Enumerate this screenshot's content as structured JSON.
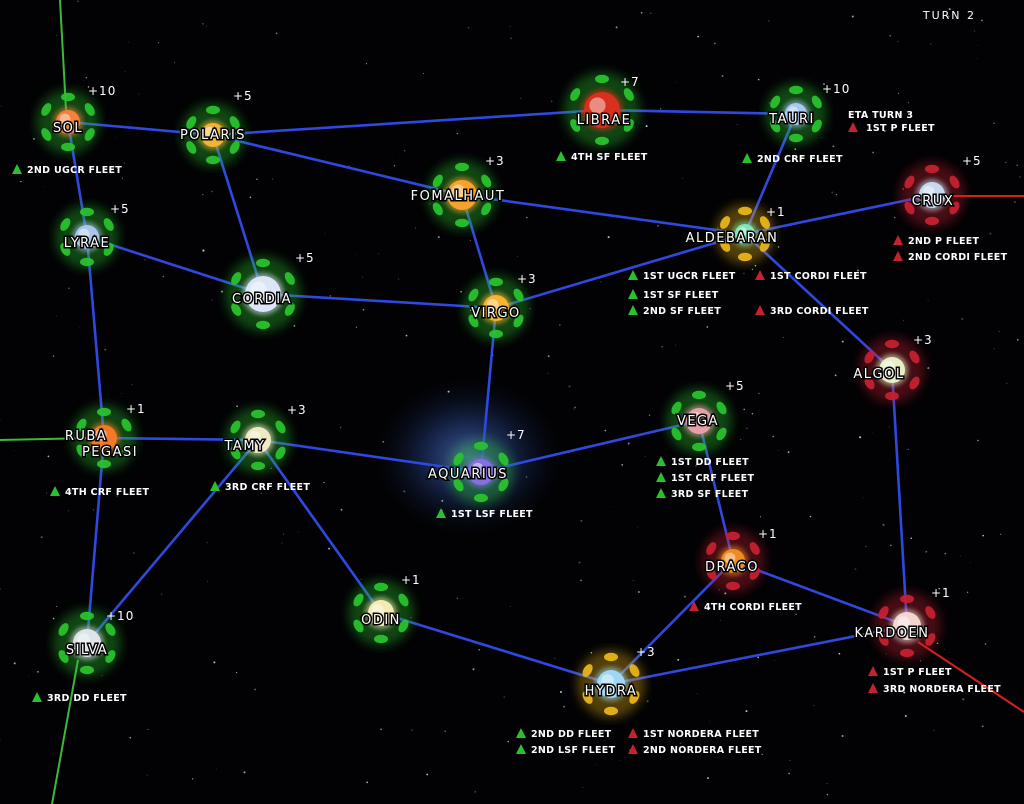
{
  "turn_label": "TURN 2",
  "eta": {
    "label": "ETA TURN 3",
    "fleet": "1ST P FLEET"
  },
  "colors": {
    "friendly": "#29c22e",
    "hostile": "#c42131",
    "neutral": "#e8b418",
    "lane": "#2f49e0",
    "border_green": "#3db83d",
    "border_red": "#d42020"
  },
  "systems": [
    {
      "id": "sol",
      "name": "SOL",
      "bonus": "+10",
      "owner": "friendly",
      "star": "#f5823a",
      "fleets": [
        {
          "side": "friendly",
          "name": "2ND UGCR FLEET"
        }
      ]
    },
    {
      "id": "polaris",
      "name": "POLARIS",
      "bonus": "+5",
      "owner": "friendly",
      "star": "#f2b336",
      "fleets": []
    },
    {
      "id": "lyrae",
      "name": "LYRAE",
      "bonus": "+5",
      "owner": "friendly",
      "star": "#a9c6ea",
      "fleets": []
    },
    {
      "id": "fomalhaut",
      "name": "FOMALHAUT",
      "bonus": "+3",
      "owner": "friendly",
      "star": "#f6a22c",
      "fleets": []
    },
    {
      "id": "librae",
      "name": "LIBRAE",
      "bonus": "+7",
      "owner": "friendly",
      "star": "#d8301c",
      "fleets": [
        {
          "side": "friendly",
          "name": "4TH SF FLEET"
        }
      ]
    },
    {
      "id": "tauri",
      "name": "TAURI",
      "bonus": "+10",
      "owner": "friendly",
      "star": "#a7c8f0",
      "fleets": [
        {
          "side": "friendly",
          "name": "2ND CRF FLEET"
        }
      ]
    },
    {
      "id": "crux",
      "name": "CRUX",
      "bonus": "+5",
      "owner": "hostile",
      "star": "#c7d9ef",
      "fleets": [
        {
          "side": "hostile",
          "name": "2ND P FLEET"
        },
        {
          "side": "hostile",
          "name": "2ND CORDI FLEET"
        }
      ]
    },
    {
      "id": "aldebaran",
      "name": "ALDEBARAN",
      "bonus": "+1",
      "owner": "neutral",
      "star": "#7ee8b8",
      "fleets": [
        {
          "side": "friendly",
          "name": "1ST UGCR FLEET"
        },
        {
          "side": "friendly",
          "name": "1ST SF FLEET"
        },
        {
          "side": "friendly",
          "name": "2ND SF FLEET"
        },
        {
          "side": "hostile",
          "name": "1ST CORDI FLEET"
        },
        {
          "side": "hostile",
          "name": "3RD CORDI FLEET"
        }
      ]
    },
    {
      "id": "cordia",
      "name": "CORDIA",
      "bonus": "+5",
      "owner": "friendly",
      "star": "#dbe5f6",
      "fleets": []
    },
    {
      "id": "virgo",
      "name": "VIRGO",
      "bonus": "+3",
      "owner": "friendly",
      "star": "#f7b430",
      "fleets": []
    },
    {
      "id": "algol",
      "name": "ALGOL",
      "bonus": "+3",
      "owner": "hostile",
      "star": "#e6efc6",
      "fleets": []
    },
    {
      "id": "ruba",
      "name": "RUBA",
      "name2": "PEGASI",
      "bonus": "+1",
      "owner": "friendly",
      "star": "#f07a28",
      "fleets": [
        {
          "side": "friendly",
          "name": "4TH CRF FLEET"
        }
      ]
    },
    {
      "id": "tamy",
      "name": "TAMY",
      "bonus": "+3",
      "owner": "friendly",
      "star": "#efeac4",
      "fleets": [
        {
          "side": "friendly",
          "name": "3RD CRF FLEET"
        }
      ]
    },
    {
      "id": "aquarius",
      "name": "AQUARIUS",
      "bonus": "+7",
      "owner": "friendly",
      "star": "#8670e0",
      "fleets": [
        {
          "side": "friendly",
          "name": "1ST LSF FLEET"
        }
      ]
    },
    {
      "id": "vega",
      "name": "VEGA",
      "bonus": "+5",
      "owner": "friendly",
      "star": "#e8a0a8",
      "fleets": [
        {
          "side": "friendly",
          "name": "1ST DD FLEET"
        },
        {
          "side": "friendly",
          "name": "1ST CRF FLEET"
        },
        {
          "side": "friendly",
          "name": "3RD SF FLEET"
        }
      ]
    },
    {
      "id": "draco",
      "name": "DRACO",
      "bonus": "+1",
      "owner": "hostile",
      "star": "#f08a22",
      "fleets": [
        {
          "side": "hostile",
          "name": "4TH CORDI FLEET"
        }
      ]
    },
    {
      "id": "kardoen",
      "name": "KARDOEN",
      "bonus": "+1",
      "owner": "hostile",
      "star": "#f3d6cf",
      "fleets": [
        {
          "side": "hostile",
          "name": "1ST P FLEET"
        },
        {
          "side": "hostile",
          "name": "3RD NORDERA FLEET"
        }
      ]
    },
    {
      "id": "silva",
      "name": "SILVA",
      "bonus": "+10",
      "owner": "friendly",
      "star": "#dfe3ea",
      "fleets": [
        {
          "side": "friendly",
          "name": "3RD DD FLEET"
        }
      ]
    },
    {
      "id": "odin",
      "name": "ODIN",
      "bonus": "+1",
      "owner": "friendly",
      "star": "#f4eab4",
      "fleets": []
    },
    {
      "id": "hydra",
      "name": "HYDRA",
      "bonus": "+3",
      "owner": "neutral",
      "star": "#9fd8f2",
      "fleets": [
        {
          "side": "friendly",
          "name": "2ND DD FLEET"
        },
        {
          "side": "friendly",
          "name": "2ND LSF FLEET"
        },
        {
          "side": "hostile",
          "name": "1ST NORDERA FLEET"
        },
        {
          "side": "hostile",
          "name": "2ND NORDERA FLEET"
        }
      ]
    }
  ],
  "lanes": [
    [
      "sol",
      "polaris"
    ],
    [
      "sol",
      "lyrae"
    ],
    [
      "polaris",
      "librae"
    ],
    [
      "librae",
      "tauri"
    ],
    [
      "polaris",
      "fomalhaut"
    ],
    [
      "polaris",
      "cordia"
    ],
    [
      "fomalhaut",
      "aldebaran"
    ],
    [
      "fomalhaut",
      "virgo"
    ],
    [
      "tauri",
      "aldebaran"
    ],
    [
      "aldebaran",
      "crux"
    ],
    [
      "aldebaran",
      "virgo"
    ],
    [
      "aldebaran",
      "algol"
    ],
    [
      "lyrae",
      "cordia"
    ],
    [
      "lyrae",
      "ruba"
    ],
    [
      "cordia",
      "virgo"
    ],
    [
      "virgo",
      "aquarius"
    ],
    [
      "ruba",
      "tamy"
    ],
    [
      "ruba",
      "silva"
    ],
    [
      "tamy",
      "aquarius"
    ],
    [
      "tamy",
      "silva"
    ],
    [
      "tamy",
      "odin"
    ],
    [
      "aquarius",
      "vega"
    ],
    [
      "vega",
      "draco"
    ],
    [
      "draco",
      "kardoen"
    ],
    [
      "draco",
      "hydra"
    ],
    [
      "algol",
      "kardoen"
    ],
    [
      "odin",
      "hydra"
    ],
    [
      "hydra",
      "kardoen"
    ]
  ]
}
